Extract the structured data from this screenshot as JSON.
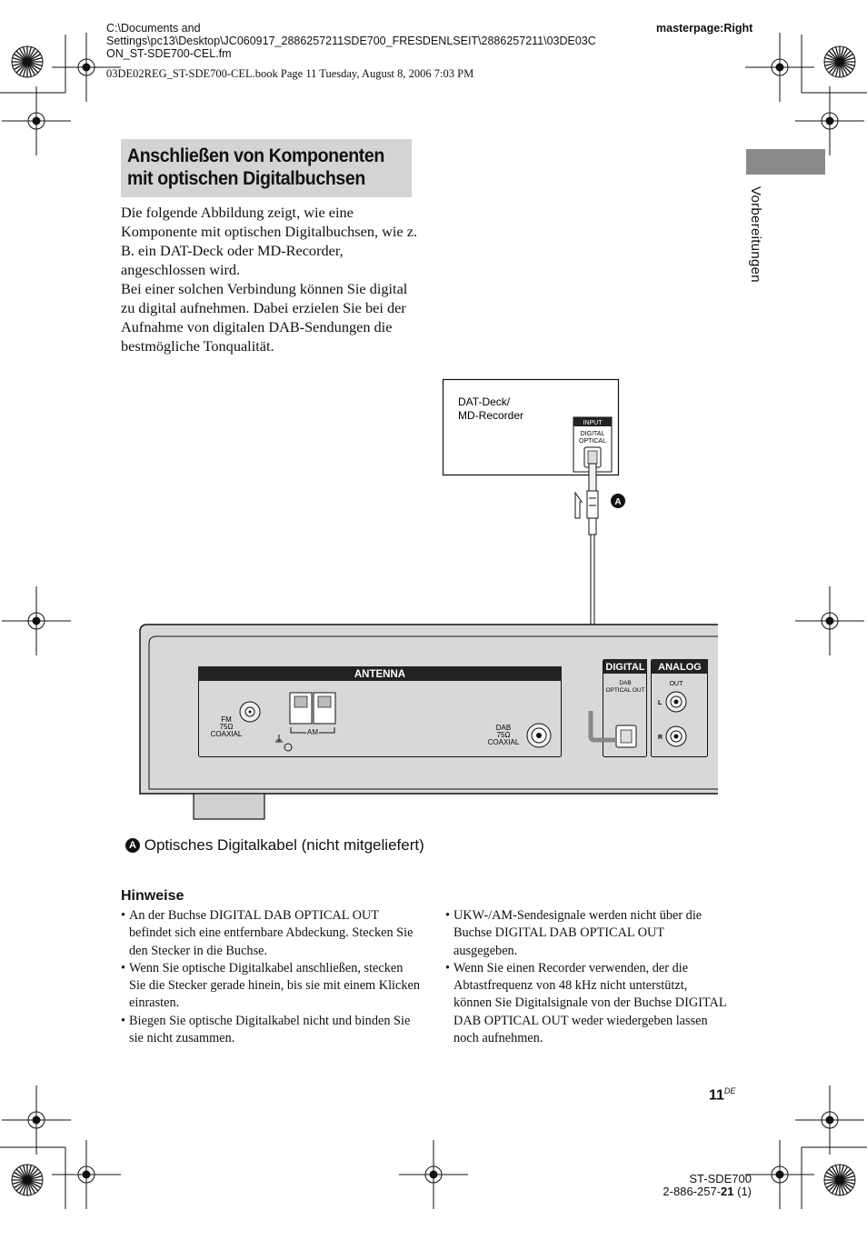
{
  "header": {
    "path_line1": "C:\\Documents and",
    "path_line2": "Settings\\pc13\\Desktop\\JC060917_2886257211SDE700_FRESDENLSEIT\\2886257211\\03DE03C",
    "path_line3": "ON_ST-SDE700-CEL.fm",
    "masterpage": "masterpage:Right",
    "book_info": "03DE02REG_ST-SDE700-CEL.book  Page 11  Tuesday, August 8, 2006  7:03 PM"
  },
  "section": {
    "title_line1": "Anschließen von Komponenten",
    "title_line2": "mit optischen Digitalbuchsen",
    "side_tab_label": "Vorbereitungen",
    "intro_p1": "Die folgende Abbildung zeigt, wie eine Komponente mit optischen Digitalbuchsen, wie z. B. ein DAT-Deck oder MD-Recorder, angeschlossen wird.",
    "intro_p2": "Bei einer solchen Verbindung können Sie digital zu digital aufnehmen. Dabei erzielen Sie bei der Aufnahme von digitalen DAB-Sendungen die bestmögliche Tonqualität."
  },
  "diagram": {
    "device_label_line1": "DAT-Deck/",
    "device_label_line2": "MD-Recorder",
    "input_tag": "INPUT",
    "input_digital": "DIGITAL",
    "input_optical": "OPTICAL",
    "cable_marker": "A",
    "antenna_label": "ANTENNA",
    "fm_label1": "FM",
    "fm_label2": "75Ω",
    "fm_label3": "COAXIAL",
    "am_label": "AM",
    "dab_label1": "DAB",
    "dab_label2": "75Ω",
    "dab_label3": "COAXIAL",
    "digital_header": "DIGITAL",
    "digital_sub1": "DAB",
    "digital_sub2": "OPTICAL OUT",
    "analog_header": "ANALOG",
    "analog_out": "OUT",
    "analog_l": "L",
    "analog_r": "R"
  },
  "caption": {
    "marker": "A",
    "text": "Optisches Digitalkabel (nicht mitgeliefert)"
  },
  "notes": {
    "heading": "Hinweise",
    "col1": [
      "An der Buchse DIGITAL DAB OPTICAL OUT befindet sich eine entfernbare Abdeckung. Stecken Sie den Stecker in die Buchse.",
      "Wenn Sie optische Digitalkabel anschließen, stecken Sie die Stecker gerade hinein, bis sie mit einem Klicken einrasten.",
      "Biegen Sie optische Digitalkabel nicht und binden Sie sie nicht zusammen."
    ],
    "col2": [
      "UKW-/AM-Sendesignale werden nicht über die Buchse DIGITAL DAB OPTICAL OUT ausgegeben.",
      "Wenn Sie einen Recorder verwenden, der die Abtastfrequenz von 48 kHz nicht unterstützt, können Sie Digitalsignale von der Buchse DIGITAL DAB OPTICAL OUT weder wiedergeben lassen noch aufnehmen."
    ]
  },
  "footer": {
    "page_number": "11",
    "page_lang": "DE",
    "model": "ST-SDE700",
    "part_prefix": "2-886-257-",
    "part_bold": "21",
    "part_suffix": " (1)"
  }
}
